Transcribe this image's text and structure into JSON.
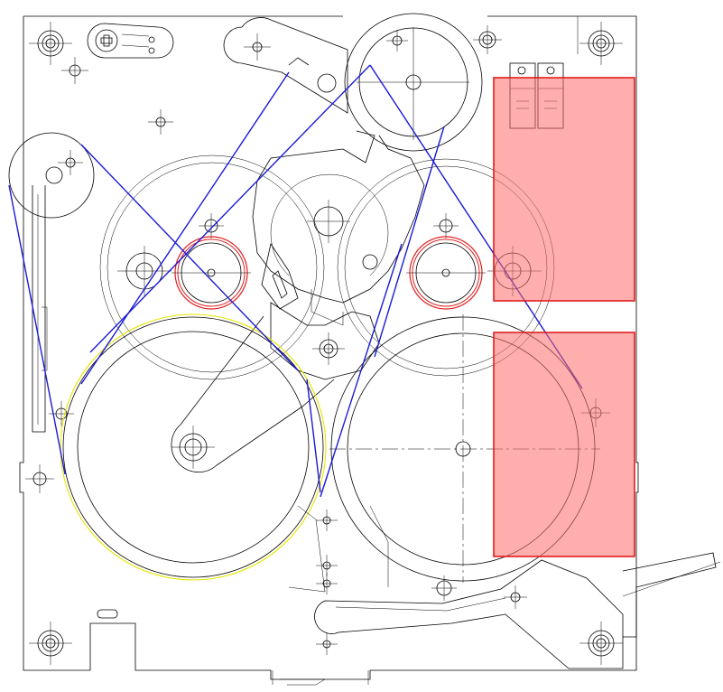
{
  "drawing": {
    "kind": "tape transport mechanism plan view",
    "colors": {
      "linework": "#000000",
      "tape_path": "#1a1ad6",
      "highlight_region": "#ff6b6b",
      "highlight_border": "#e01010",
      "capstan_ring": "#e02020",
      "reel_outline": "#e6e600"
    },
    "highlight_regions": [
      {
        "id": "upper-right",
        "opacity": 0.55
      },
      {
        "id": "lower-right",
        "opacity": 0.55
      }
    ],
    "mounting_screw_count": 6,
    "labels": []
  }
}
